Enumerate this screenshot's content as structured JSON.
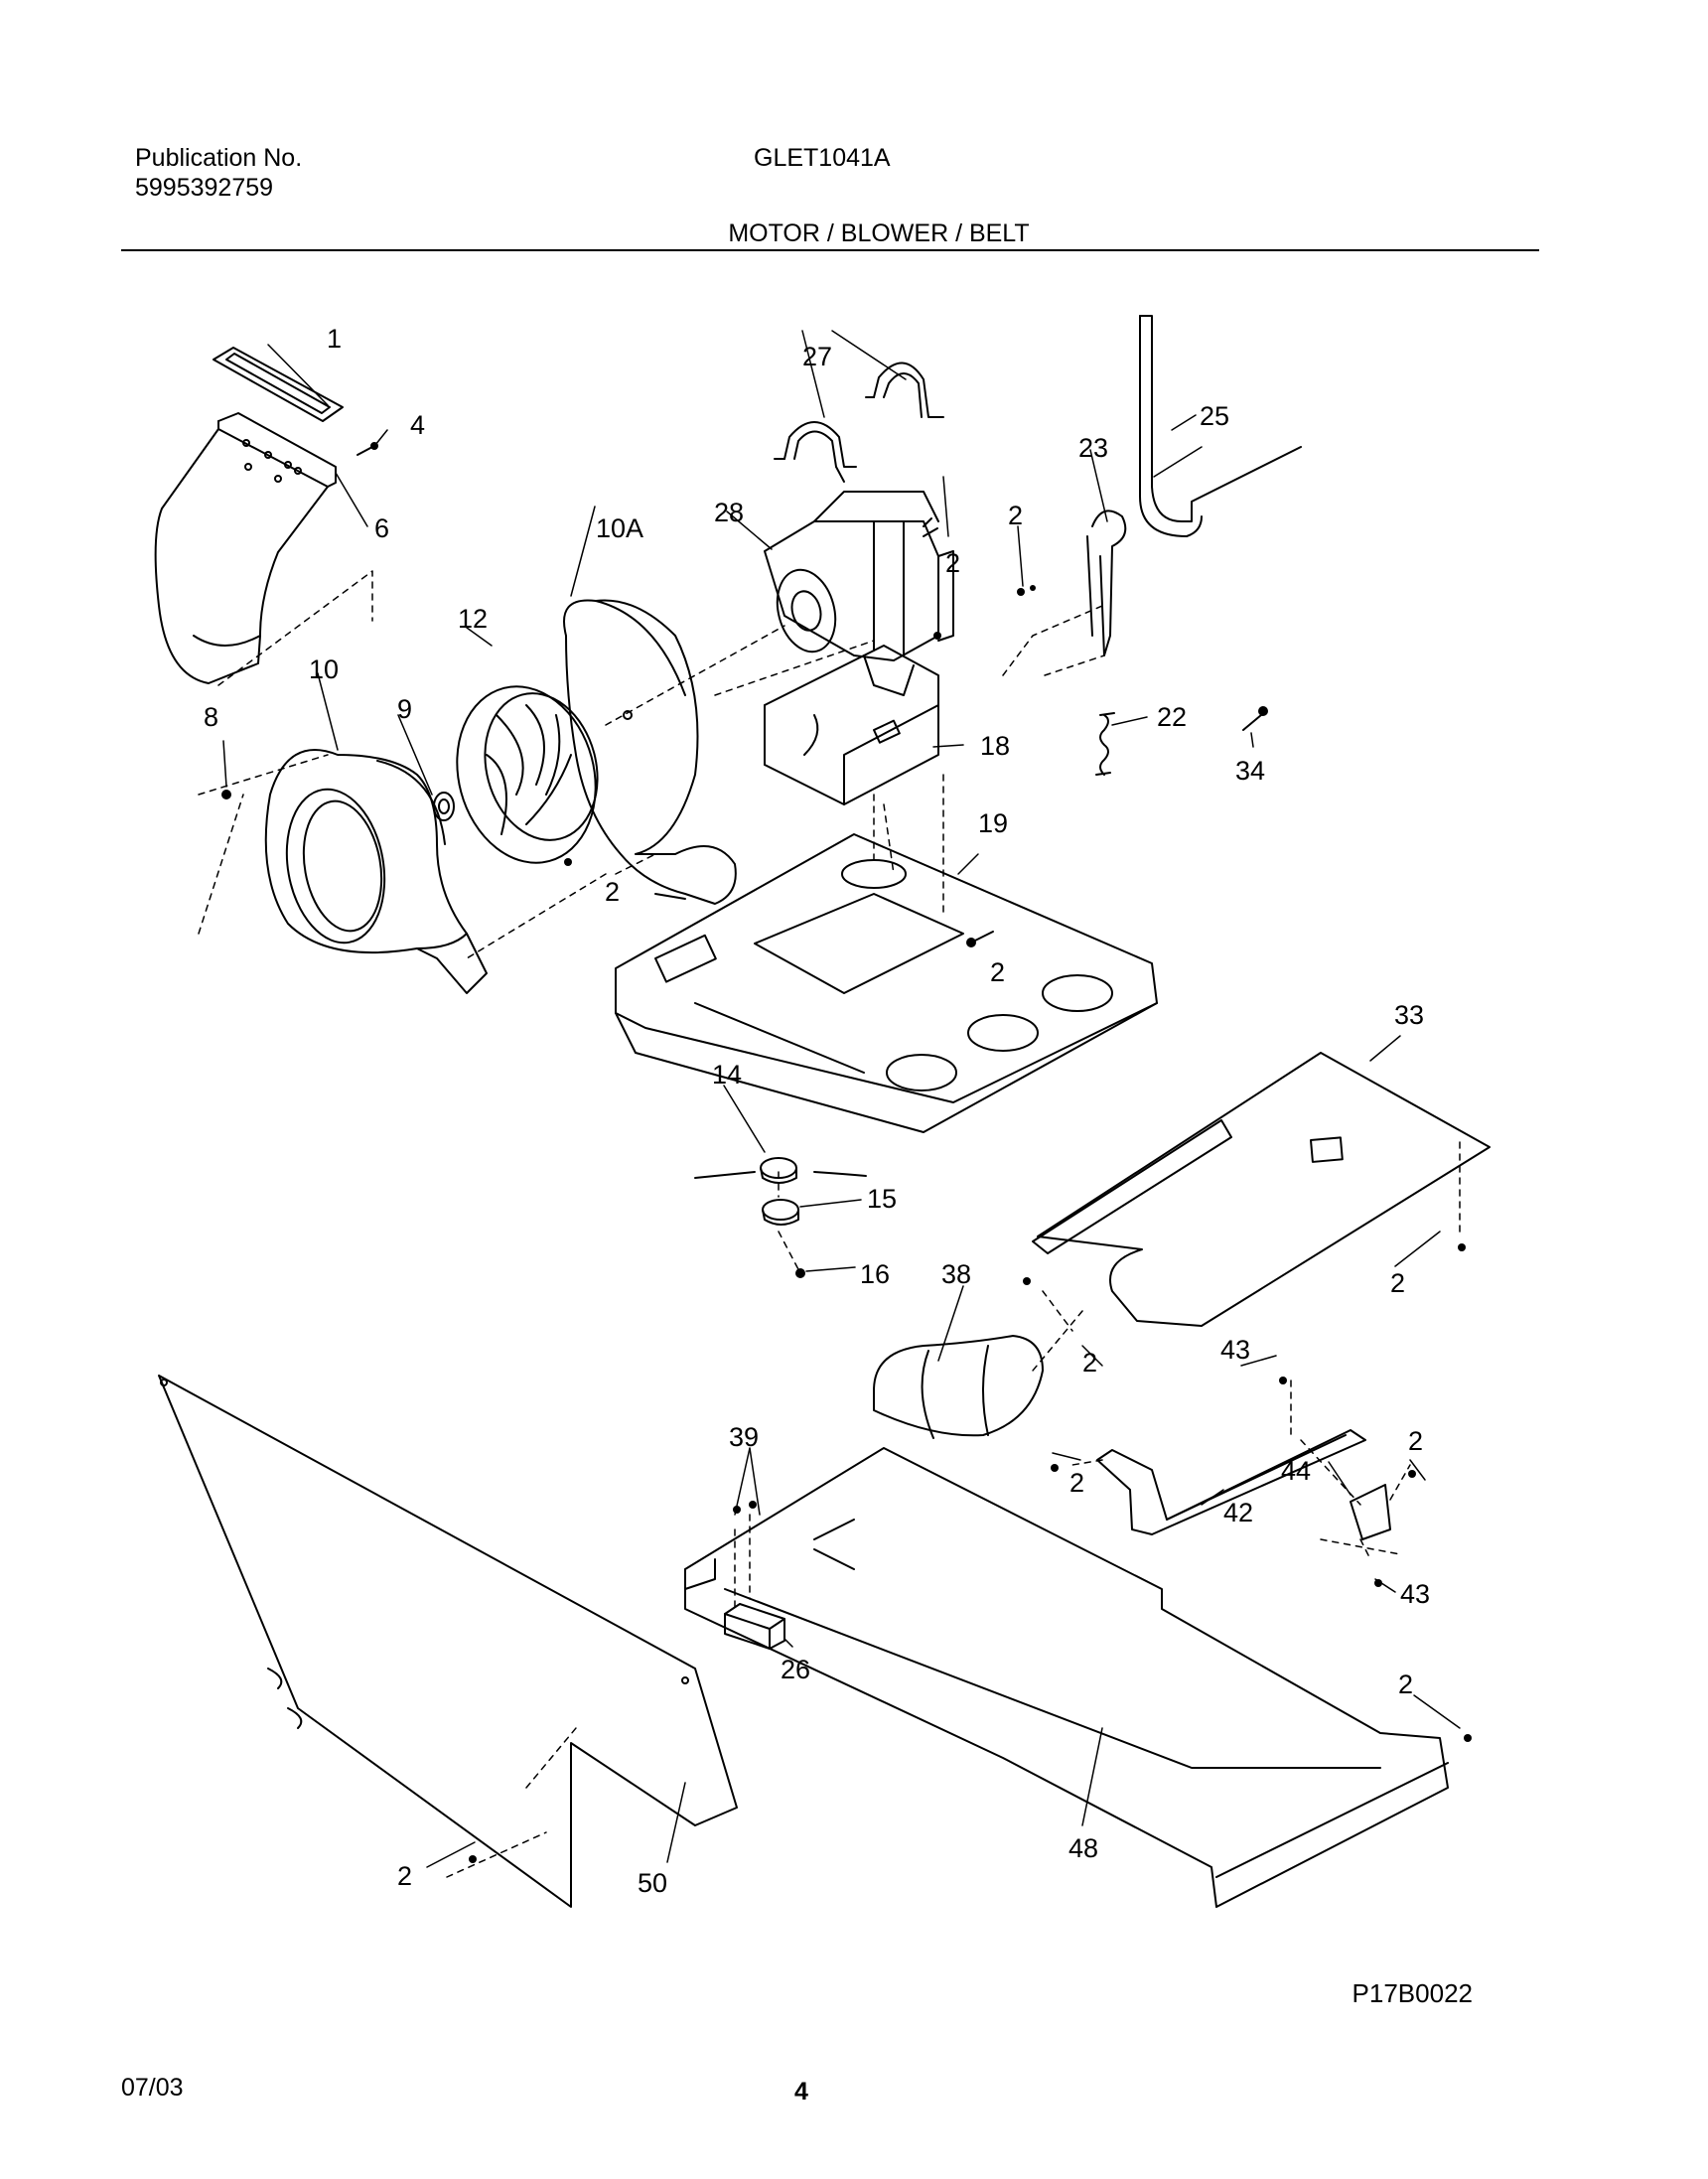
{
  "header": {
    "publication_label": "Publication No.",
    "publication_number": "5995392759",
    "model": "GLET1041A",
    "section_title": "MOTOR / BLOWER / BELT"
  },
  "callouts": {
    "c1": "1",
    "c4": "4",
    "c6": "6",
    "c27": "27",
    "c25": "25",
    "c23": "23",
    "c28": "28",
    "c10a": "10A",
    "c2_motor": "2",
    "c2_bracket": "2",
    "c12": "12",
    "c10": "10",
    "c9": "9",
    "c8": "8",
    "c18": "18",
    "c22": "22",
    "c34": "34",
    "c2_blower": "2",
    "c19": "19",
    "c2_base": "2",
    "c33": "33",
    "c14": "14",
    "c15": "15",
    "c16": "16",
    "c38": "38",
    "c2_shield": "2",
    "c2_duct": "2",
    "c43_top": "43",
    "c39": "39",
    "c2_rail": "2",
    "c2_clip": "2",
    "c44": "44",
    "c42": "42",
    "c43_bottom": "43",
    "c26": "26",
    "c2_base_right": "2",
    "c48": "48",
    "c50": "50",
    "c2_panel": "2"
  },
  "footer": {
    "drawing_code": "P17B0022",
    "date": "07/03",
    "page_number": "4"
  }
}
